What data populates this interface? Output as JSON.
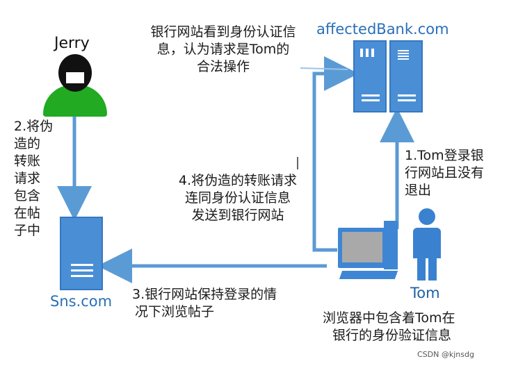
{
  "nodes": {
    "jerry": "Jerry",
    "bank": "affectedBank.com",
    "sns": "Sns.com",
    "tom": "Tom"
  },
  "steps": {
    "step1": [
      "1.Tom登录银",
      "行网站且没有",
      "退出"
    ],
    "step2": [
      "2.将伪",
      "造的",
      "转账",
      "请求",
      "包含",
      "在帖",
      "子中"
    ],
    "step3": [
      "3.银行网站保持登录的情",
      "况下浏览帖子"
    ],
    "step4": [
      "4.将伪造的转账请求",
      "连同身份认证信息",
      "发送到银行网站"
    ]
  },
  "notes": {
    "bank_note": [
      "银行网站看到身份认证信",
      "息，认为请求是Tom的",
      "合法操作"
    ],
    "browser_note": [
      "浏览器中包含着Tom在",
      "银行的身份验证信息"
    ]
  },
  "watermark": "CSDN @kjnsdg",
  "colors": {
    "arrow": "#5b9bd5",
    "server": "#4a8fd6",
    "jerry_body": "#22aa22",
    "tom": "#3a82d0"
  }
}
